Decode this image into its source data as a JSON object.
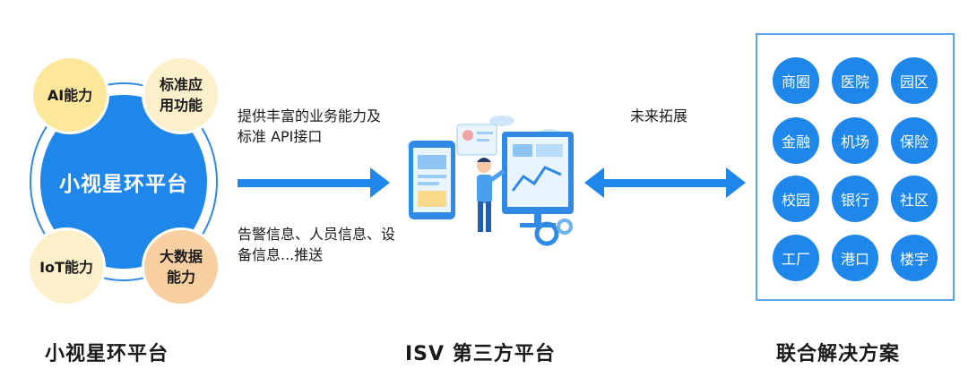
{
  "left_platform": {
    "core": "小视星环平台",
    "capabilities": [
      "AI能力",
      "标准应用功能",
      "IoT能力",
      "大数据能力"
    ],
    "caption": "小视星环平台"
  },
  "arrow_labels": {
    "top": "提供丰富的业务能力及标准 API接口",
    "bottom": "告警信息、人员信息、设备信息...推送",
    "future": "未来拓展"
  },
  "center": {
    "caption": "ISV 第三方平台",
    "illustration_icon": "dashboard-illustration-icon"
  },
  "solutions": {
    "items": [
      "商圈",
      "医院",
      "园区",
      "金融",
      "机场",
      "保险",
      "校园",
      "银行",
      "社区",
      "工厂",
      "港口",
      "楼宇"
    ],
    "caption": "联合解决方案"
  },
  "colors": {
    "primary": "#1f87ea",
    "yellow": "#fce79b",
    "cream": "#fbf0c9",
    "peach": "#f8cfa0"
  }
}
